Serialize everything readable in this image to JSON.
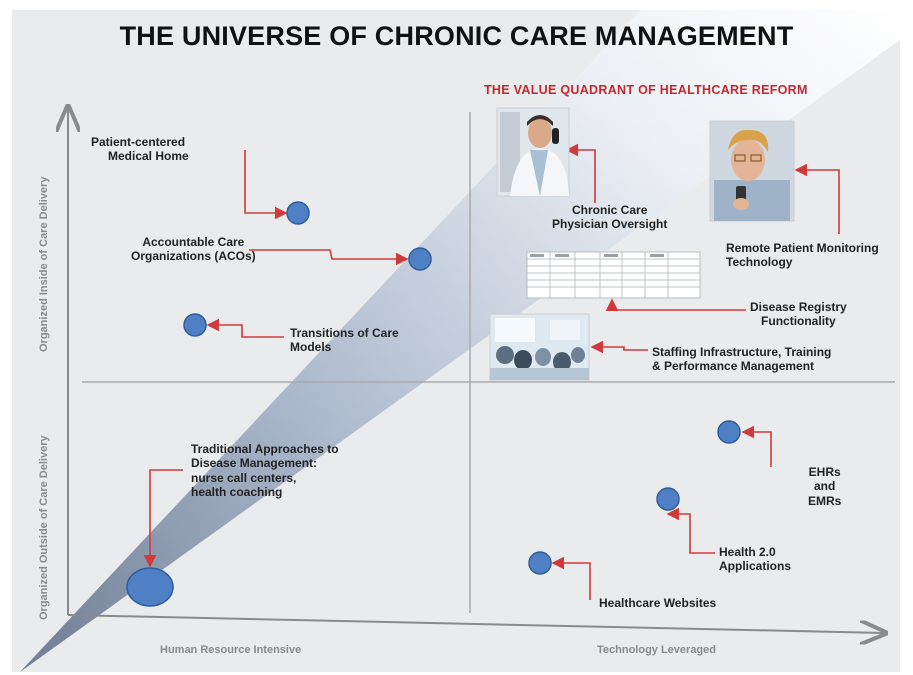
{
  "title": "THE UNIVERSE OF CHRONIC CARE MANAGEMENT",
  "subtitle": "THE VALUE QUADRANT OF HEALTHCARE REFORM",
  "axes": {
    "x_left": "Human Resource Intensive",
    "x_right": "Technology Leveraged",
    "y_top": "Organized Inside of Care Delivery",
    "y_bottom": "Organized Outside of Care Delivery"
  },
  "labels": {
    "pcmh": [
      "Patient-centered",
      "Medical Home"
    ],
    "aco": [
      "Accountable Care",
      "Organizations (ACOs)"
    ],
    "toc": [
      "Transitions of Care",
      "Models"
    ],
    "traditional": [
      "Traditional Approaches to",
      "Disease Management:",
      "nurse call centers,",
      "health coaching"
    ],
    "chronic": [
      "Chronic Care",
      "Physician Oversight"
    ],
    "remote": [
      "Remote Patient Monitoring",
      "Technology"
    ],
    "registry": [
      "Disease Registry",
      "Functionality"
    ],
    "staffing": [
      "Staffing Infrastructure, Training",
      "& Performance Management"
    ],
    "ehr": [
      "EHRs",
      "and",
      "EMRs"
    ],
    "health20": [
      "Health 2.0",
      "Applications"
    ],
    "websites": [
      "Healthcare Websites"
    ]
  },
  "colors": {
    "accent_red": "#c8262e",
    "dot_blue": "#4f7fc4",
    "axis_gray": "#8a8a8a"
  },
  "images": {
    "physician": "physician-on-phone-photo",
    "remote": "elderly-woman-with-phone-photo",
    "registry": "registry-table-thumbnail",
    "staffing": "training-room-photo"
  }
}
